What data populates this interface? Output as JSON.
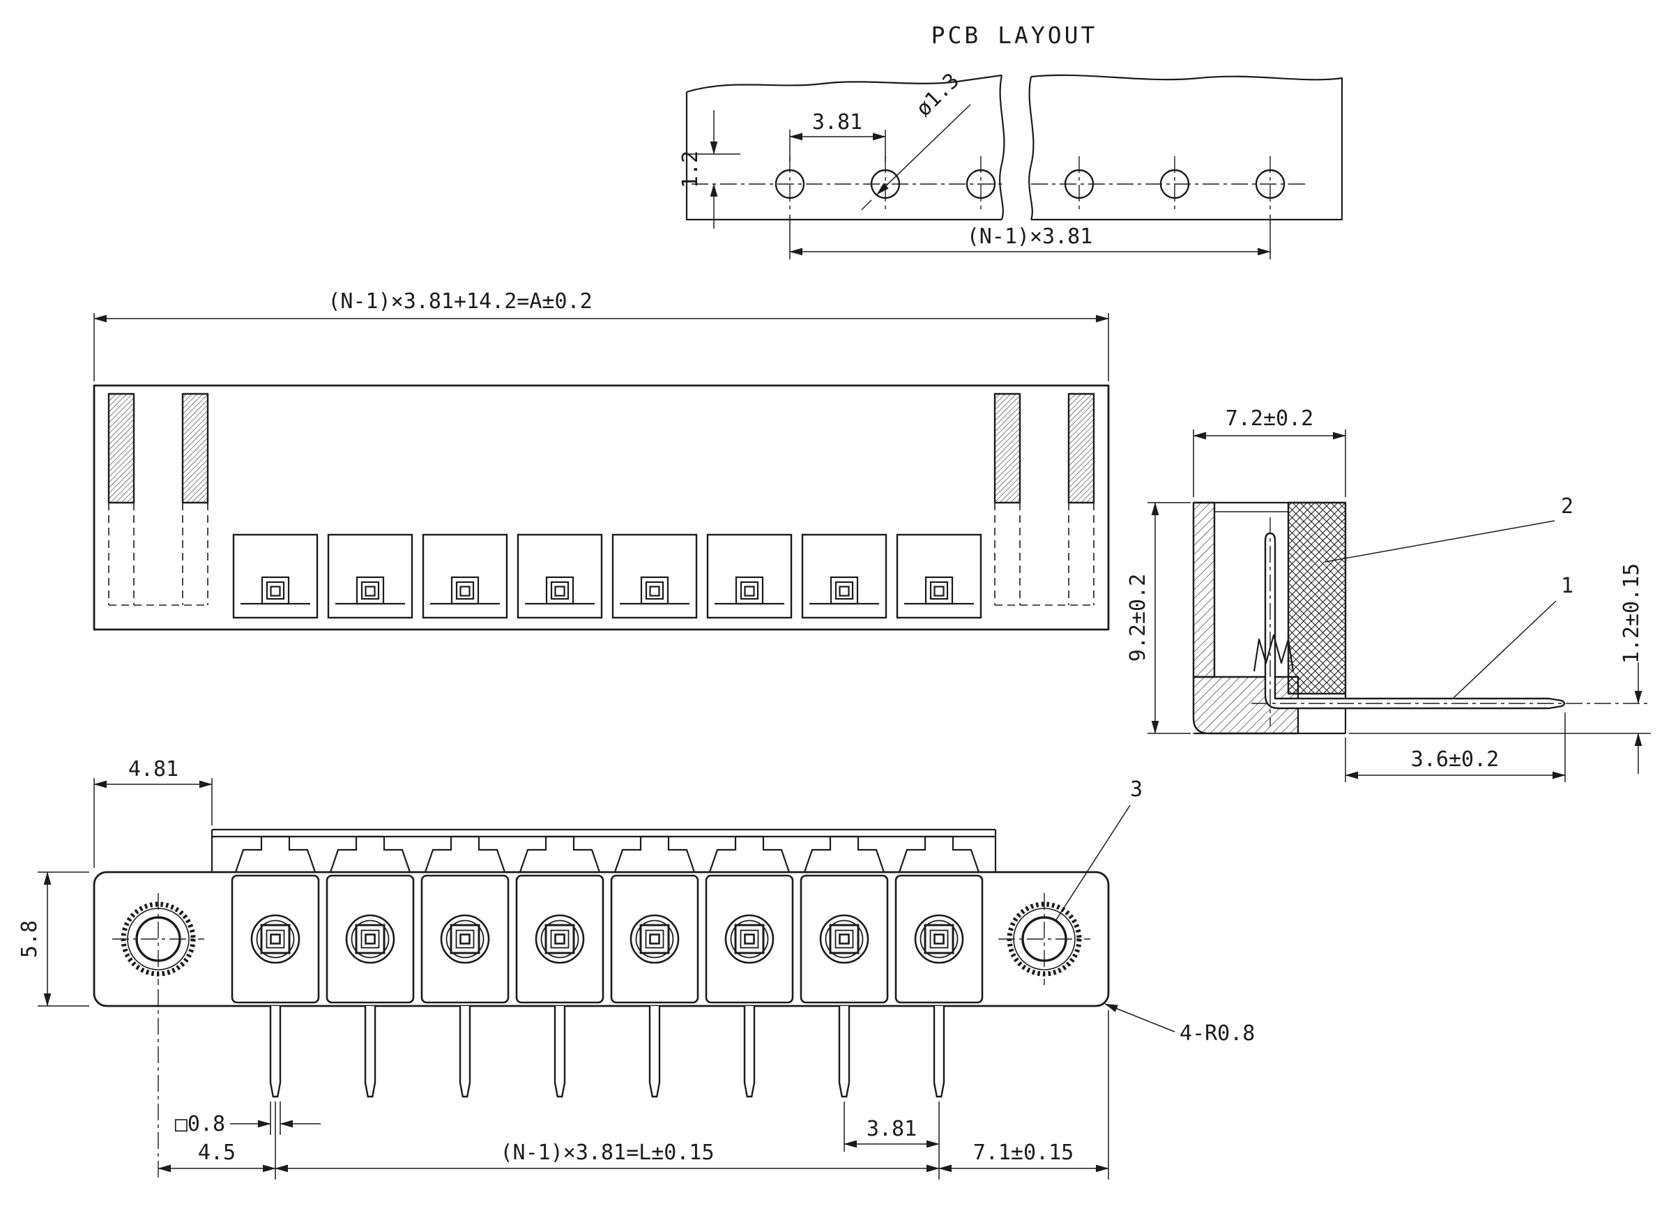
{
  "drawing": {
    "ink_color": "#1b1b1b",
    "background_color": "#ffffff"
  },
  "pcb_layout": {
    "title": "PCB LAYOUT",
    "dim_hole_pitch": "3.81",
    "dim_hole_diameter": "ø1.3",
    "dim_row_offset": "1.2",
    "dim_row_span": "(N-1)×3.81"
  },
  "top_view": {
    "dim_overall_width": "(N-1)×3.81+14.2=A±0.2"
  },
  "side_view": {
    "dim_depth": "7.2±0.2",
    "dim_height": "9.2±0.2",
    "dim_pin_offset": "1.2±0.15",
    "dim_pin_length": "3.6±0.2",
    "callout_insulator": "2",
    "callout_solder_pin": "1"
  },
  "front_view": {
    "dim_end_margin": "4.81",
    "dim_body_height": "5.8",
    "dim_pin_square": "□0.8",
    "dim_hole_to_pin": "4.5",
    "dim_pin_span": "(N-1)×3.81=L±0.15",
    "dim_pitch": "3.81",
    "dim_right_margin": "7.1±0.15",
    "note_corner_radius": "4-R0.8",
    "callout_mount_hole": "3"
  }
}
